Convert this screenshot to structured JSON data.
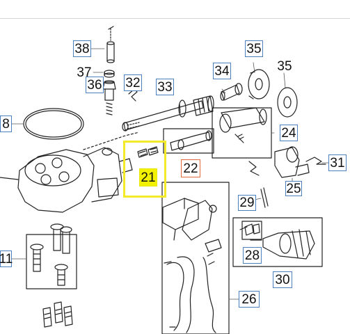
{
  "title": "",
  "highlighted_part": "21",
  "colors": {
    "callout_border": "#4a7fc0",
    "highlight": "#f3ea2a",
    "highlight_fill": "#f2f200",
    "orange_border": "#e06a3a",
    "line": "#222222"
  },
  "callouts": {
    "p8": "8",
    "p11": "11",
    "p21": "21",
    "p22": "22",
    "p24": "24",
    "p25": "25",
    "p26": "26",
    "p28": "28",
    "p29": "29",
    "p30": "30",
    "p31": "31",
    "p32": "32",
    "p33": "33",
    "p34": "34",
    "p35a": "35",
    "p35b": "35",
    "p36": "36",
    "p37": "37",
    "p38": "38"
  }
}
